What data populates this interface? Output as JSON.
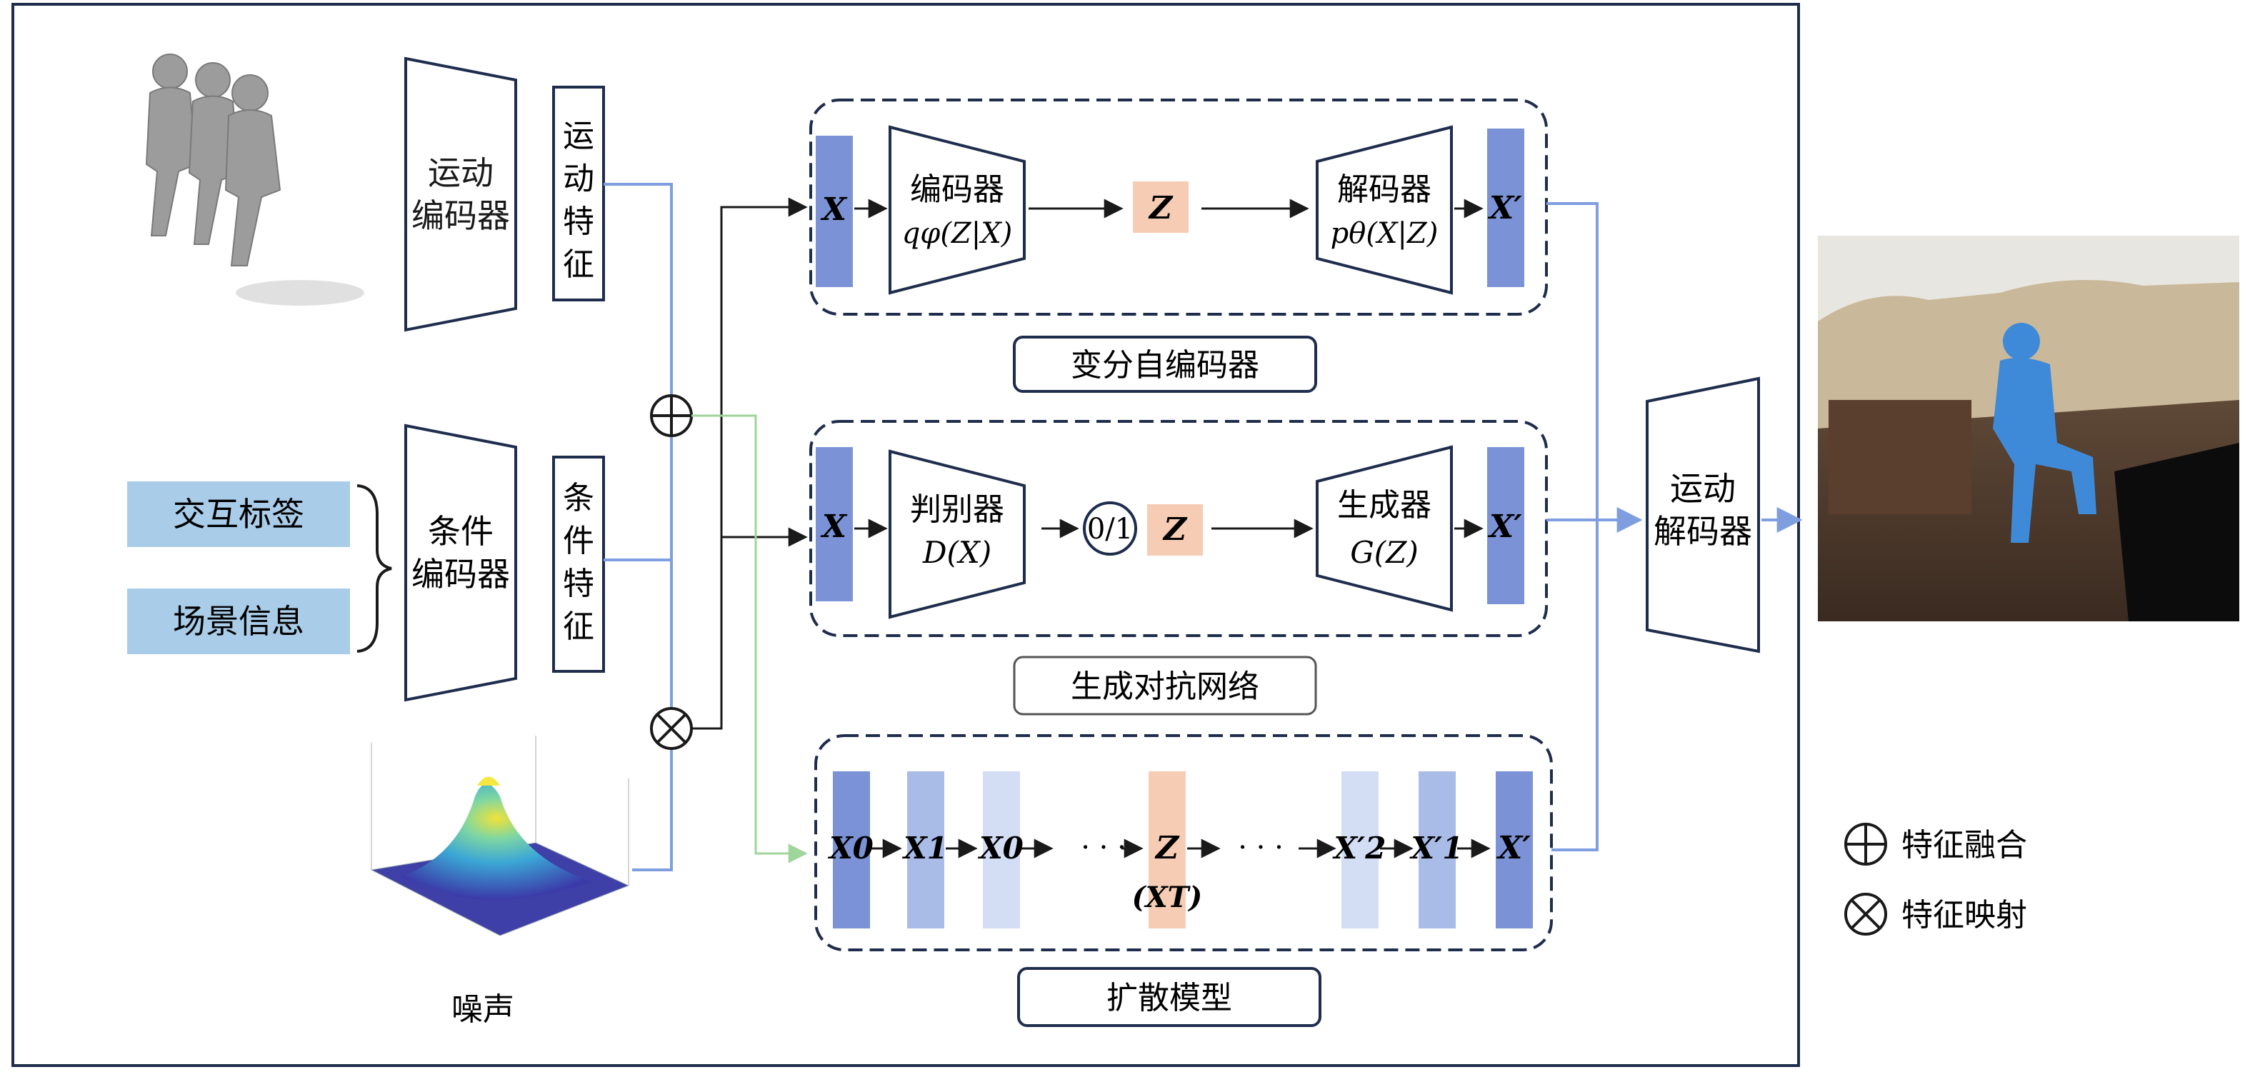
{
  "encoders": {
    "motion_encoder": [
      "运动",
      "编码器"
    ],
    "motion_feature": [
      "运",
      "动",
      "特",
      "征"
    ],
    "condition_encoder": [
      "条件",
      "编码器"
    ],
    "condition_feature": [
      "条",
      "件",
      "特",
      "征"
    ]
  },
  "inputs": {
    "interaction_label": "交互标签",
    "scene_info": "场景信息",
    "noise_label": "噪声"
  },
  "vae": {
    "title": "变分自编码器",
    "input": "X",
    "encoder": "编码器",
    "encoder_formula": "qφ(Z|X)",
    "latent": "Z",
    "decoder": "解码器",
    "decoder_formula": "pθ(X|Z)",
    "output": "X′"
  },
  "gan": {
    "title": "生成对抗网络",
    "input": "X",
    "discriminator": "判别器",
    "discriminator_formula": "D(X)",
    "binary": "0/1",
    "latent": "Z",
    "generator": "生成器",
    "generator_formula": "G(Z)",
    "output": "X′"
  },
  "diffusion": {
    "title": "扩散模型",
    "x0": "X0",
    "x1": "X1",
    "x0b": "X0",
    "dots1": "· · ·",
    "z": "Z",
    "xt": "(XT)",
    "dots2": "· · ·",
    "x2p": "X′2",
    "x1p": "X′1",
    "out": "X′"
  },
  "motion_decoder": [
    "运动",
    "解码器"
  ],
  "legend": {
    "fusion": "特征融合",
    "mapping": "特征映射"
  },
  "colors": {
    "frame": "#1f2d4d",
    "blue_block": "#7b93d6",
    "blue_mid": "#a9bbe7",
    "blue_light": "#d3ddf4",
    "latent": "#f6cdb4",
    "input_box": "#a9cde8",
    "feature_line": "#7e9ee0",
    "green_line": "#9fd49a"
  }
}
